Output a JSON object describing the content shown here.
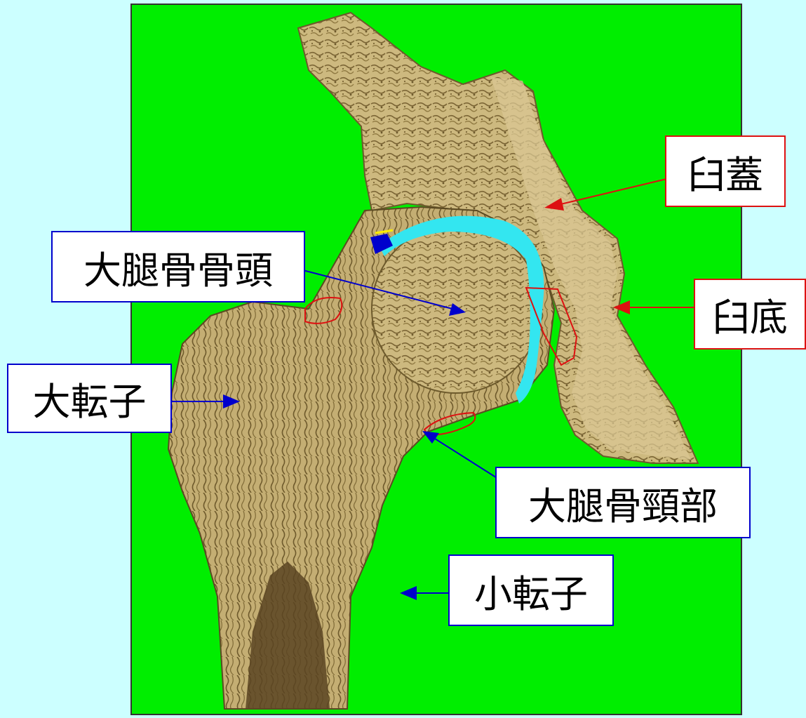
{
  "colors": {
    "page_background": "#ccffff",
    "panel_background": "#00ee00",
    "bone": "#c9b47a",
    "bone_dark": "#8a7440",
    "cartilage": "#33e6f0",
    "red_annotation": "#dd1111",
    "blue_annotation": "#0000cc"
  },
  "labels": {
    "femoral_head": "大腿骨骨頭",
    "acetabular_roof": "臼蓋",
    "acetabular_floor": "臼底",
    "greater_trochanter": "大転子",
    "femoral_neck": "大腿骨頸部",
    "lesser_trochanter": "小転子"
  }
}
